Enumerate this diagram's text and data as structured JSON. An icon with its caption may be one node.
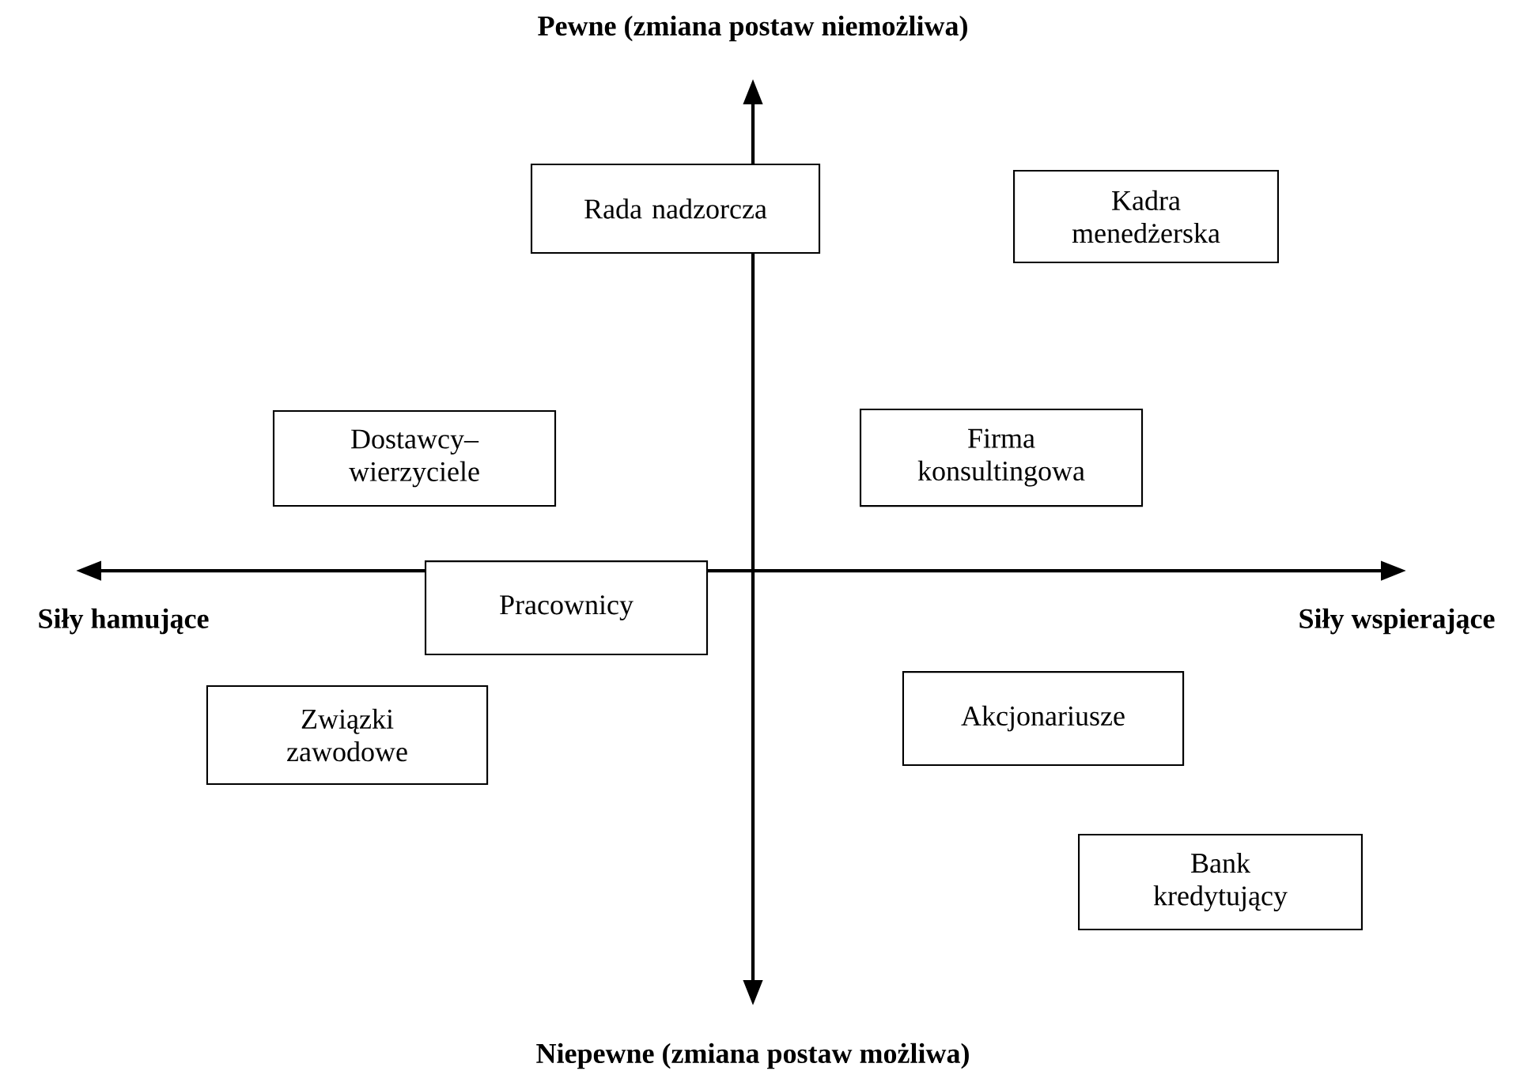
{
  "diagram": {
    "nodes": [
      {
        "text": [
          "Rada nadzorcza"
        ]
      },
      {
        "text": [
          "Kadra menedżerska"
        ]
      },
      {
        "text": [
          "Dostawcy– wierzyciele"
        ]
      },
      {
        "text": [
          "Firma konsultingowa"
        ]
      },
      {
        "text": [
          "Pracownicy"
        ]
      },
      {
        "text": [
          "Akcjonariusze"
        ]
      },
      {
        "text": [
          "Związki zawodowe"
        ]
      },
      {
        "text": [
          "Bank kredytujący"
        ]
      }
    ],
    "labels": [
      "Pewne (zmiana postaw niemożliwa)",
      "Siły hamujące",
      "Siły wspierające",
      "Niepewne (zmiana postaw możliwa)"
    ]
  }
}
